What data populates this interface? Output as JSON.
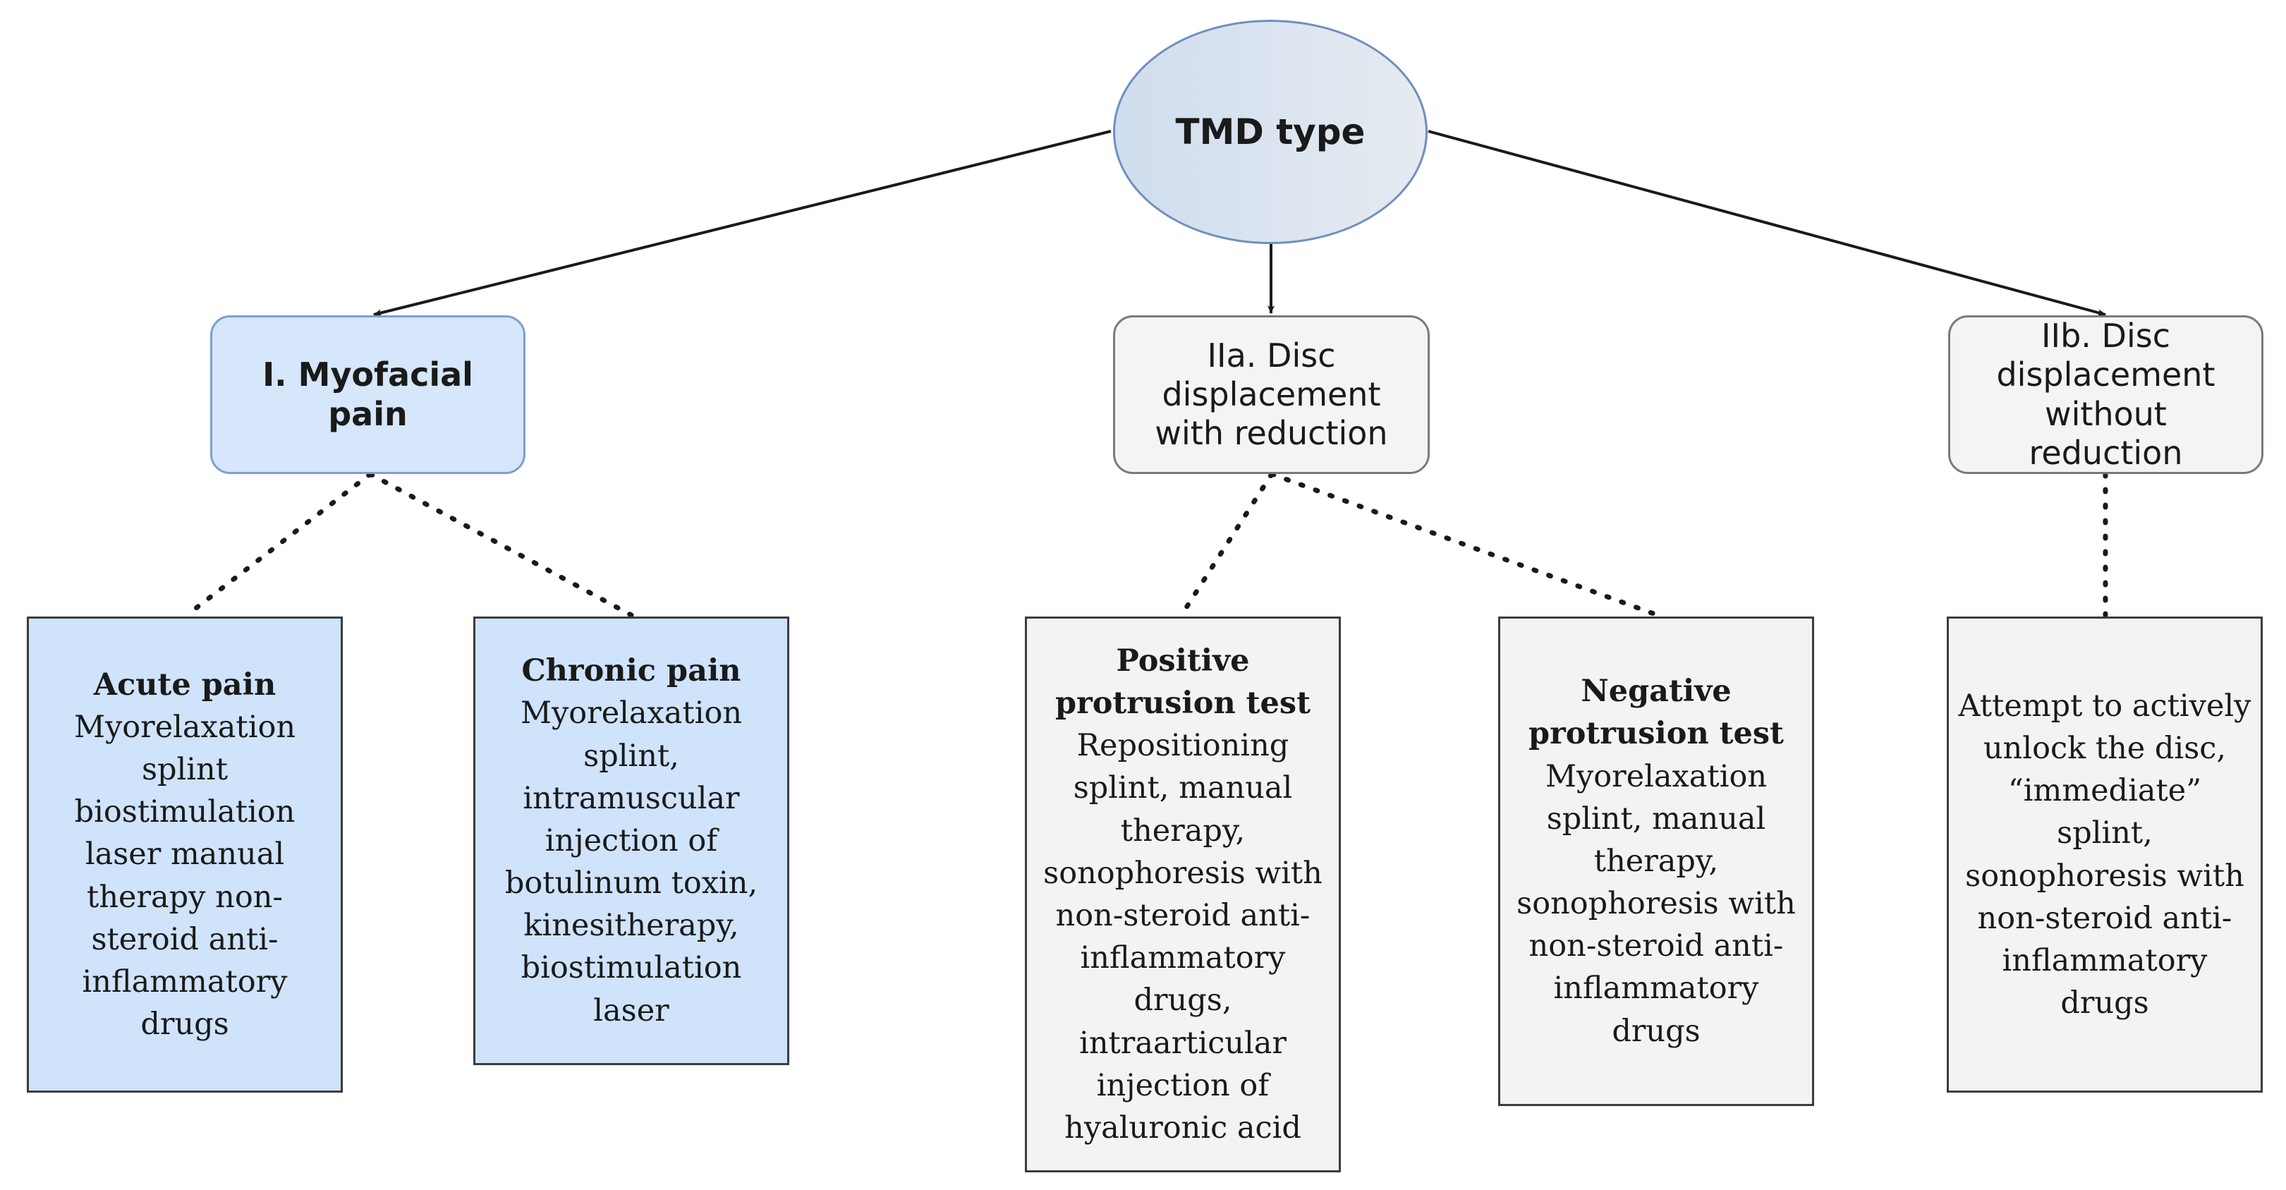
{
  "root": {
    "label": "TMD type"
  },
  "categories": [
    {
      "id": "myofacial",
      "label": "I. Myofacial pain"
    },
    {
      "id": "iia",
      "label": "IIa. Disc displacement with reduction"
    },
    {
      "id": "iib",
      "label": "IIb. Disc displacement without reduction"
    }
  ],
  "treatments": [
    {
      "id": "acute",
      "title": "Acute pain",
      "body": "Myorelaxation splint biostimulation laser manual therapy non-steroid anti-inflammatory drugs"
    },
    {
      "id": "chronic",
      "title": "Chronic pain",
      "body": "Myorelaxation splint, intramuscular injection of botulinum toxin, kinesitherapy, biostimulation laser"
    },
    {
      "id": "positive",
      "title": "Positive protrusion test",
      "body": "Repositioning splint, manual therapy, sonophoresis with non-steroid anti-inflammatory drugs, intraarticular injection of hyaluronic acid"
    },
    {
      "id": "negative",
      "title": "Negative protrusion test",
      "body": "Myorelaxation splint, manual therapy, sonophoresis with non-steroid anti-inflammatory drugs"
    },
    {
      "id": "unlock",
      "title": "",
      "body": "Attempt to actively unlock the disc, “immediate” splint, sonophoresis with non-steroid anti-inflammatory drugs"
    }
  ],
  "colors": {
    "root_fill": "#dce4ee",
    "myofacial_fill": "#d6e6fb",
    "displacement_fill": "#f4f4f4",
    "line": "#1a1a1a"
  }
}
